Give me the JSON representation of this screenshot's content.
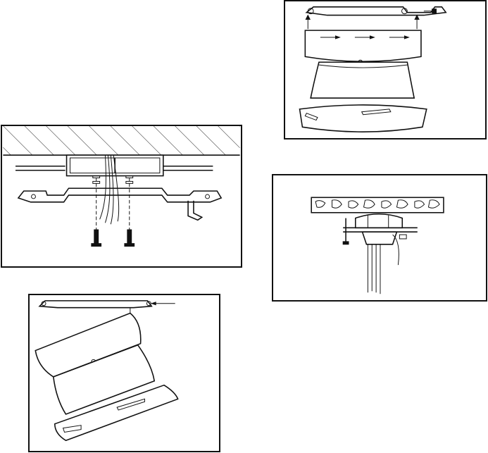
{
  "panels": [
    {
      "id": "mount",
      "description_visible_text": ""
    },
    {
      "id": "canopy",
      "description_visible_text": ""
    },
    {
      "id": "hinge",
      "description_visible_text": ""
    },
    {
      "id": "section",
      "description_visible_text": ""
    }
  ],
  "icons": {
    "mount": "ceiling-mounting-plate-diagram",
    "canopy": "fixture-canopy-diagram",
    "hinge": "hinged-fixture-diagram",
    "section": "ceiling-cross-section-diagram"
  }
}
